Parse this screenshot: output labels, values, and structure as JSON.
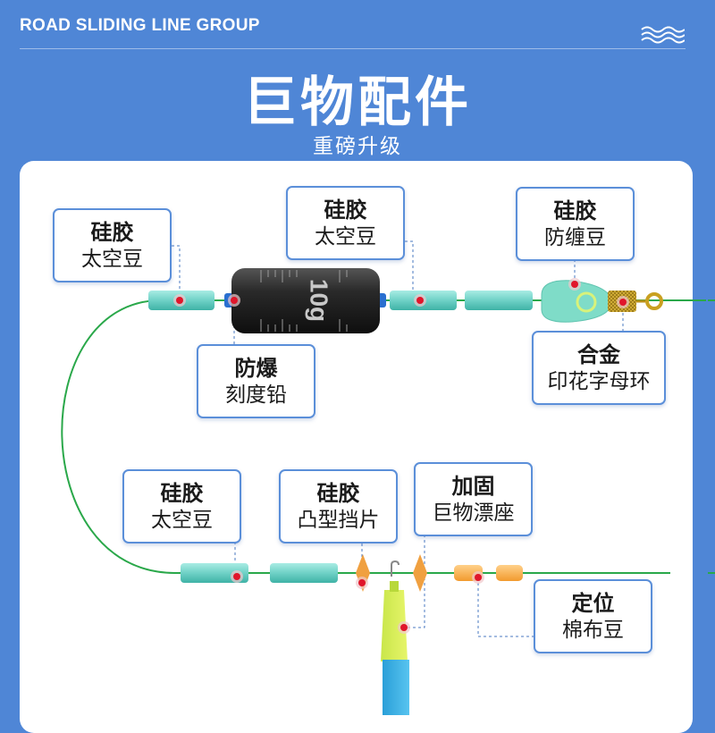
{
  "header": {
    "brand": "ROAD SLIDING LINE GROUP",
    "title": "巨物配件",
    "subtitle": "重磅升级"
  },
  "sinker": {
    "marking": "10g"
  },
  "labels": [
    {
      "line1": "硅胶",
      "line2": "太空豆"
    },
    {
      "line1": "硅胶",
      "line2": "太空豆"
    },
    {
      "line1": "硅胶",
      "line2": "防缠豆"
    },
    {
      "line1": "防爆",
      "line2": "刻度铅"
    },
    {
      "line1": "合金",
      "line2": "印花字母环"
    },
    {
      "line1": "硅胶",
      "line2": "太空豆"
    },
    {
      "line1": "硅胶",
      "line2": "凸型挡片"
    },
    {
      "line1": "加固",
      "line2": "巨物漂座"
    },
    {
      "line1": "定位",
      "line2": "棉布豆"
    }
  ],
  "colors": {
    "background": "#4f86d6",
    "line": "#2aa84a",
    "bead": "#6fd1c6",
    "marker": "#e0162b",
    "label_border": "#5b8fd9"
  }
}
